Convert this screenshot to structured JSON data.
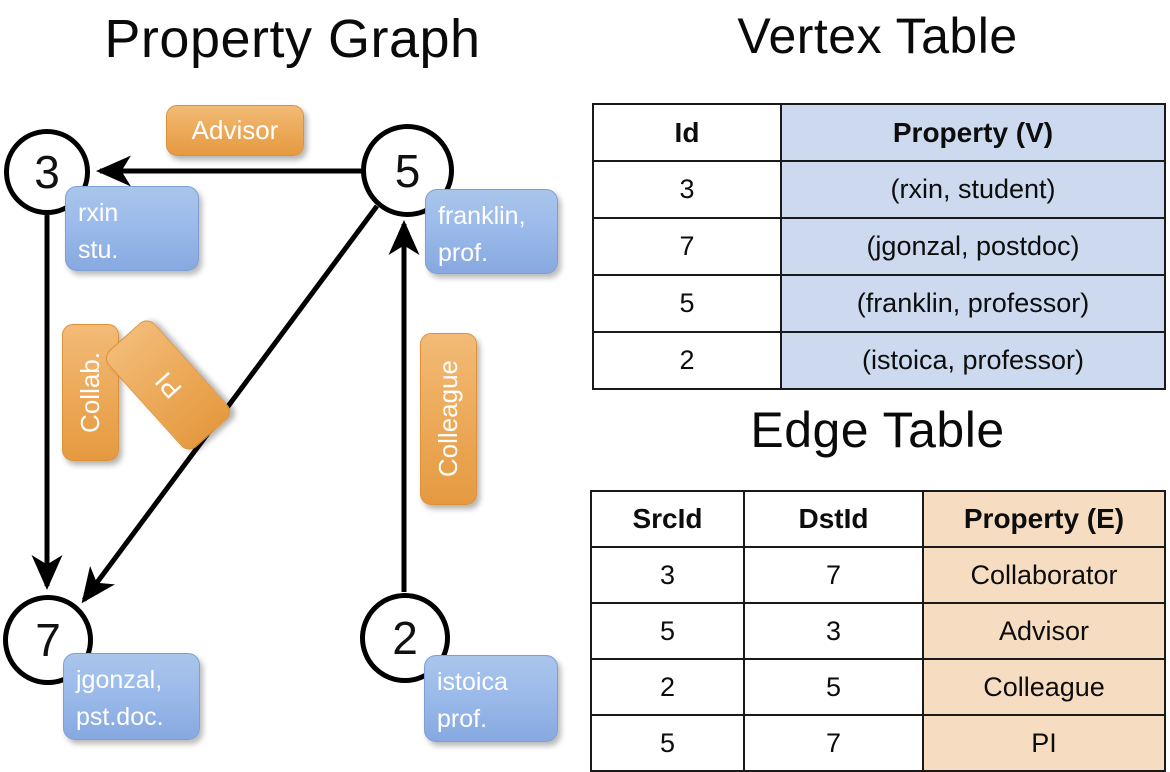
{
  "panels": {
    "graph_title": "Property Graph",
    "vertex_title": "Vertex Table",
    "edge_title": "Edge Table"
  },
  "graph": {
    "nodes": [
      {
        "id": "3",
        "property": "rxin\nstu."
      },
      {
        "id": "5",
        "property": "franklin,\nprof."
      },
      {
        "id": "7",
        "property": "jgonzal,\npst.doc."
      },
      {
        "id": "2",
        "property": "istoica\nprof."
      }
    ],
    "node_labels": {
      "n3": "3",
      "n5": "5",
      "n7": "7",
      "n2": "2"
    },
    "property_boxes": {
      "rxin_line1": "rxin",
      "rxin_line2": "stu.",
      "franklin_line1": "franklin,",
      "franklin_line2": "prof.",
      "jgonzal_line1": "jgonzal,",
      "jgonzal_line2": "pst.doc.",
      "istoica_line1": "istoica",
      "istoica_line2": "prof."
    },
    "edge_labels": {
      "advisor": "Advisor",
      "collab": "Collab.",
      "pi": "PI",
      "colleague": "Colleague"
    },
    "edges": [
      {
        "src": "5",
        "dst": "3",
        "label": "Advisor"
      },
      {
        "src": "3",
        "dst": "7",
        "label": "Collab."
      },
      {
        "src": "5",
        "dst": "7",
        "label": "PI"
      },
      {
        "src": "2",
        "dst": "5",
        "label": "Colleague"
      }
    ]
  },
  "vertex_table": {
    "headers": [
      "Id",
      "Property (V)"
    ],
    "rows": [
      {
        "id": "3",
        "property": "(rxin, student)"
      },
      {
        "id": "7",
        "property": "(jgonzal, postdoc)"
      },
      {
        "id": "5",
        "property": "(franklin, professor)"
      },
      {
        "id": "2",
        "property": "(istoica, professor)"
      }
    ]
  },
  "edge_table": {
    "headers": [
      "SrcId",
      "DstId",
      "Property (E)"
    ],
    "rows": [
      {
        "src": "3",
        "dst": "7",
        "property": "Collaborator"
      },
      {
        "src": "5",
        "dst": "3",
        "property": "Advisor"
      },
      {
        "src": "2",
        "dst": "5",
        "property": "Colleague"
      },
      {
        "src": "5",
        "dst": "7",
        "property": "PI"
      }
    ]
  },
  "colors": {
    "vertex_property_fill": "#ccd9ee",
    "edge_property_fill": "#f6ddc2",
    "node_callout_blue": "#9dbceb",
    "edge_label_orange": "#edab5c",
    "stroke": "#000000",
    "background": "#ffffff"
  }
}
